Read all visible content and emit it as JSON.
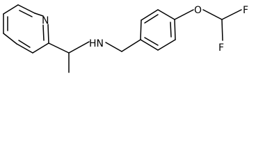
{
  "molecule": {
    "atoms": {
      "pyridine_n": "N",
      "amine": "HN",
      "ether_o": "O",
      "fluorine_top": "F",
      "fluorine_bottom": "F"
    },
    "colors": {
      "bond": "#000000",
      "label": "#000000",
      "background": "#ffffff"
    }
  }
}
